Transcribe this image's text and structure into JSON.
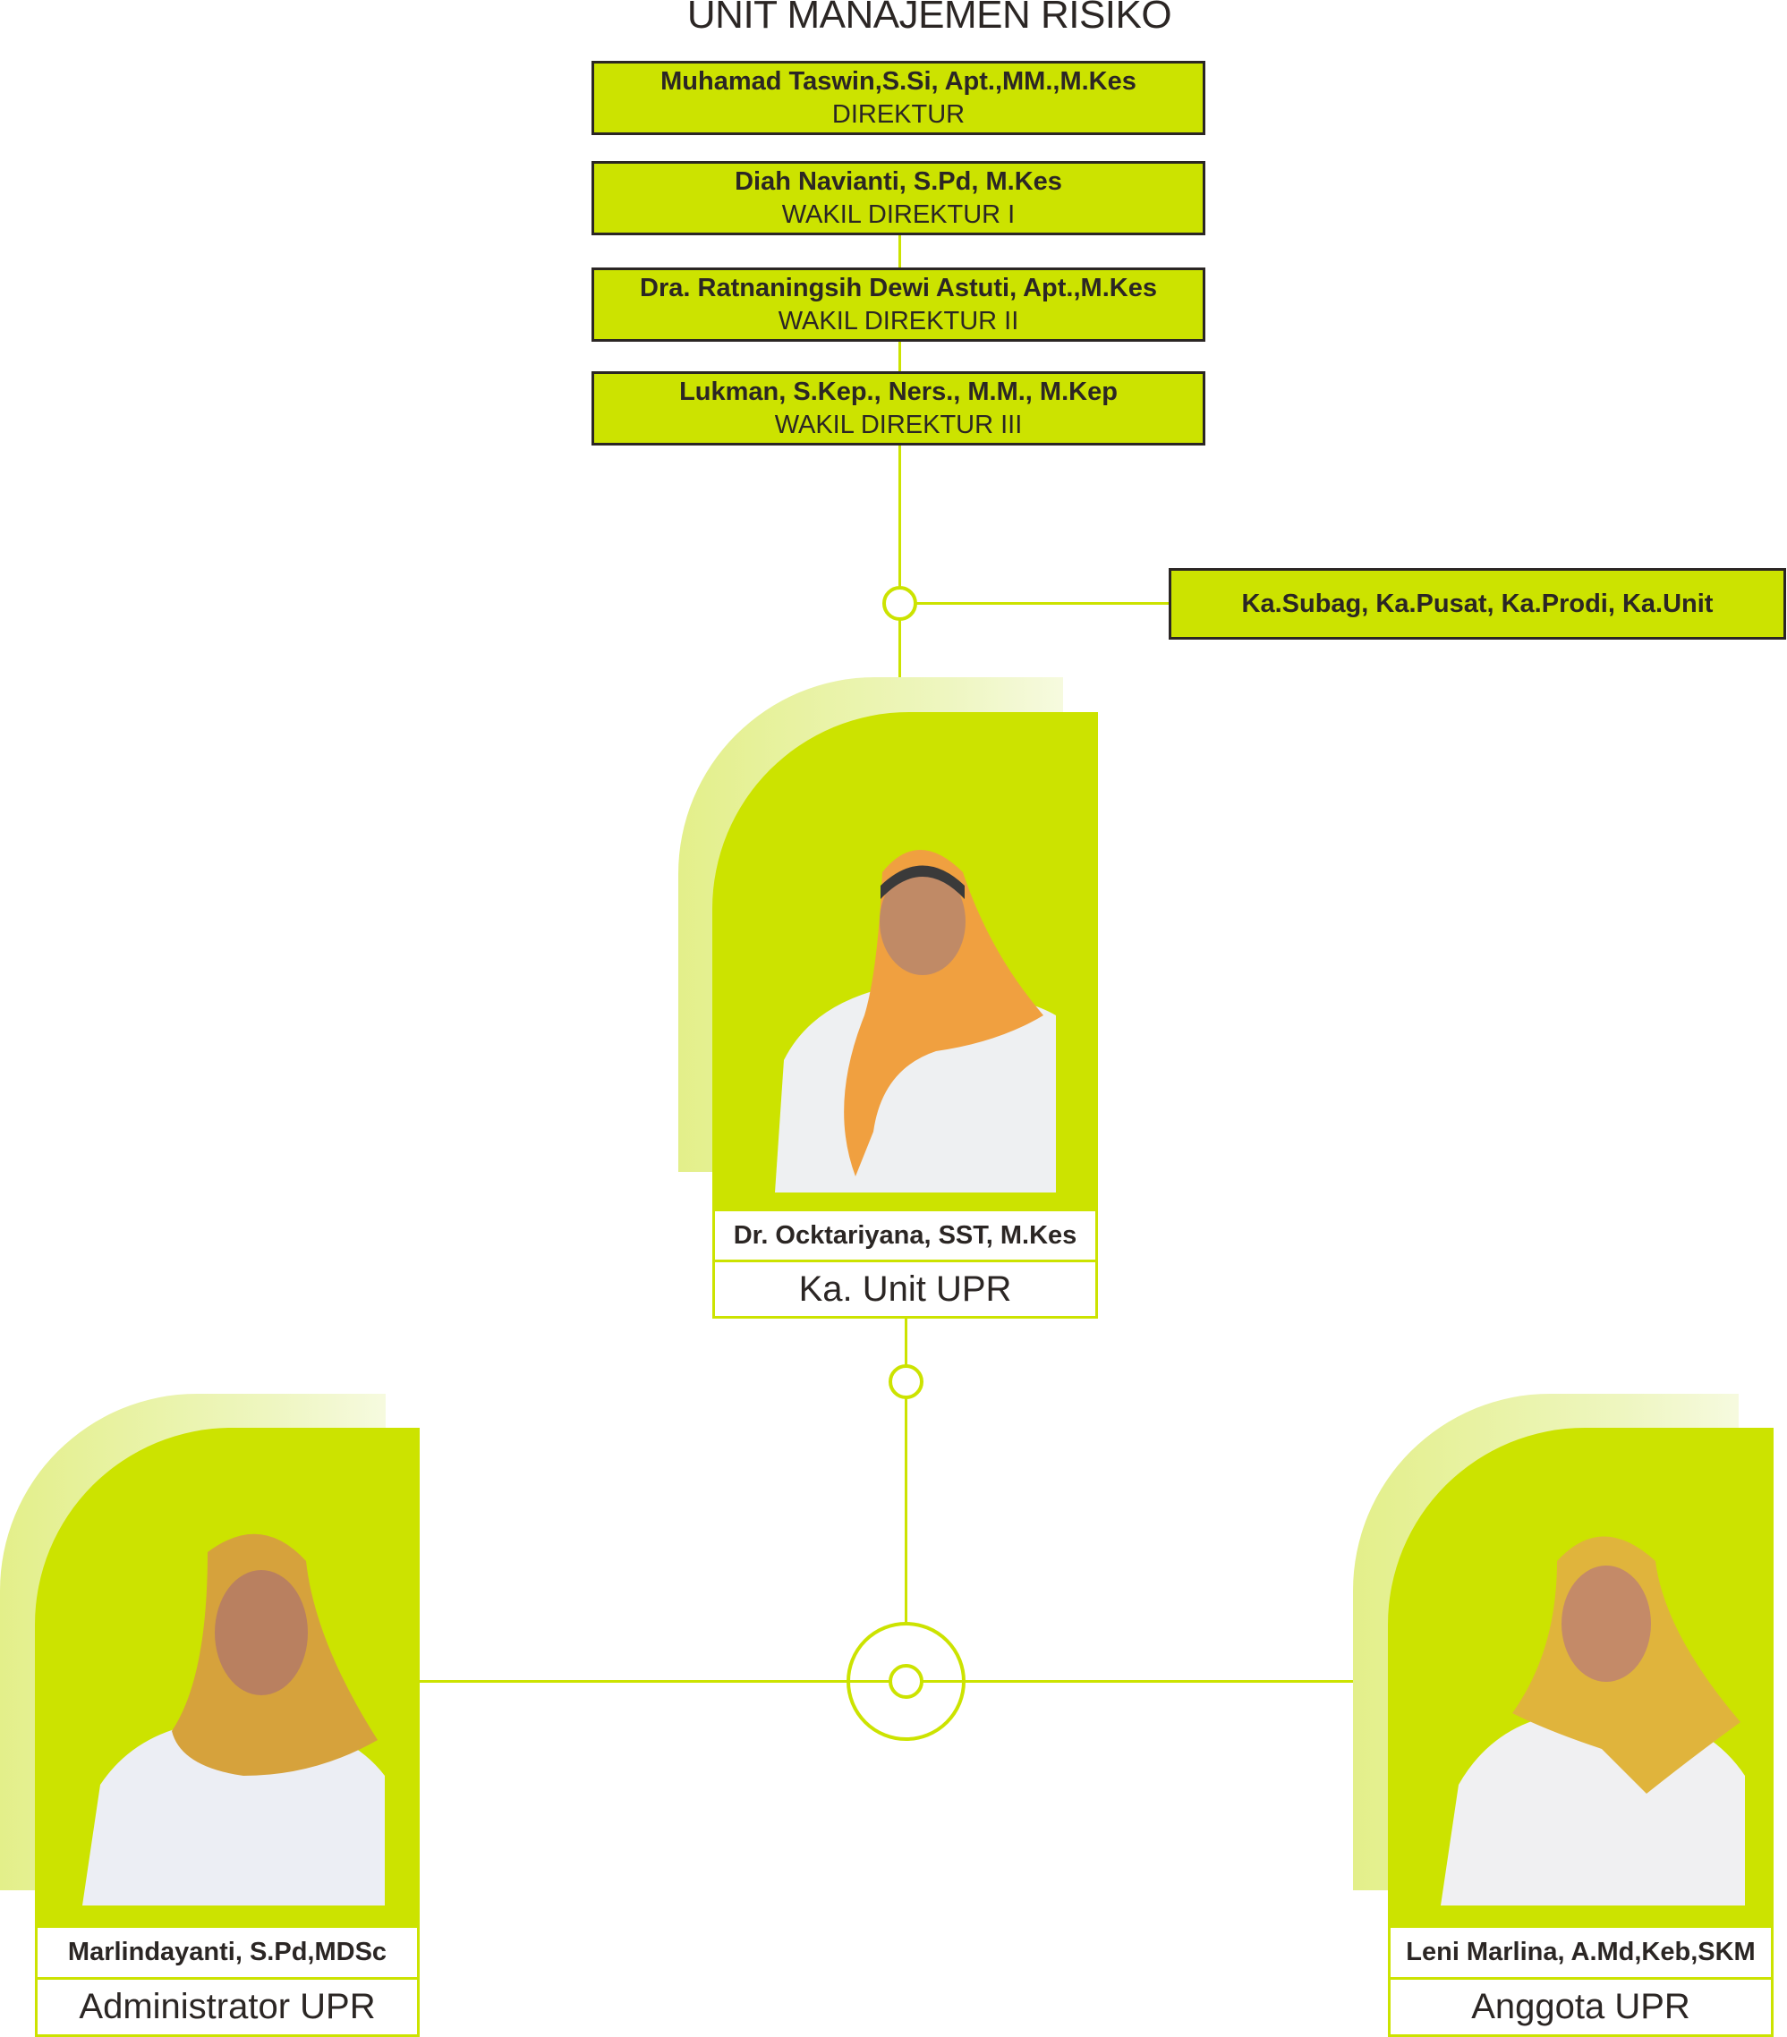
{
  "title": "UNIT MANAJEMEN RISIKO",
  "leadership": [
    {
      "name": "Muhamad Taswin,S.Si, Apt.,MM.,M.Kes",
      "role": "DIREKTUR"
    },
    {
      "name": "Diah Navianti, S.Pd, M.Kes",
      "role": "WAKIL DIREKTUR I"
    },
    {
      "name": "Dra. Ratnaningsih Dewi Astuti, Apt.,M.Kes",
      "role": "WAKIL DIREKTUR II"
    },
    {
      "name": "Lukman, S.Kep., Ners., M.M., M.Kep",
      "role": "WAKIL DIREKTUR III"
    }
  ],
  "side_box": "Ka.Subag, Ka.Pusat, Ka.Prodi, Ka.Unit",
  "members": {
    "head": {
      "name": "Dr. Ocktariyana, SST, M.Kes",
      "role": "Ka. Unit UPR"
    },
    "admin": {
      "name": "Marlindayanti, S.Pd,MDSc",
      "role": "Administrator UPR"
    },
    "member": {
      "name": "Leni Marlina, A.Md,Keb,SKM",
      "role": "Anggota UPR"
    }
  },
  "colors": {
    "accent": "#cce300",
    "accent_light": "#e8f29a",
    "border": "#2b2624",
    "hijab_head": "#f0a040",
    "hijab_admin": "#d6a23c",
    "hijab_member": "#e0b43c"
  }
}
